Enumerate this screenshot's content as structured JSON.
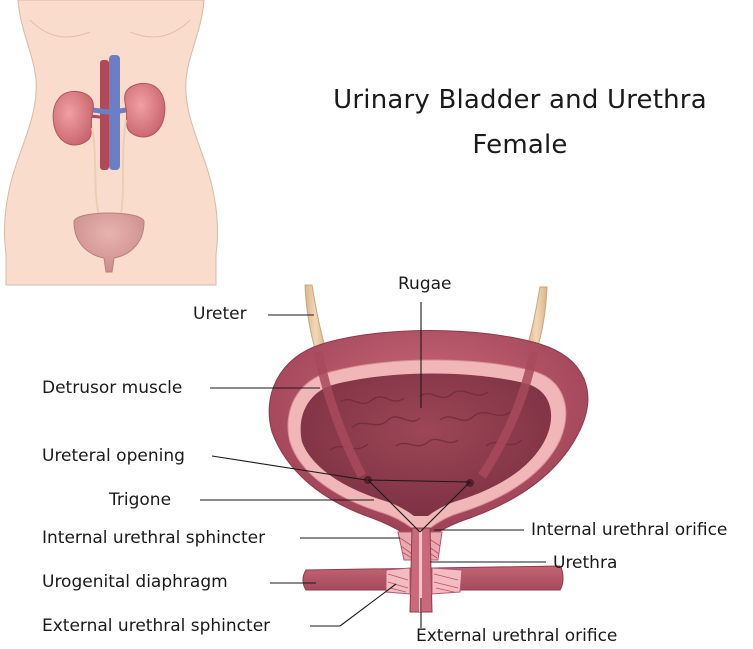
{
  "title": {
    "line1": "Urinary Bladder and Urethra",
    "line2": "Female"
  },
  "labels": {
    "rugae": "Rugae",
    "ureter": "Ureter",
    "detrusor_muscle": "Detrusor muscle",
    "ureteral_opening": "Ureteral opening",
    "trigone": "Trigone",
    "internal_urethral_sphincter": "Internal urethral sphincter",
    "urogenital_diaphragm": "Urogenital diaphragm",
    "external_urethral_sphincter": "External urethral sphincter",
    "internal_urethral_orifice": "Internal urethral orifice",
    "urethra": "Urethra",
    "external_urethral_orifice": "External urethral orifice"
  },
  "colors": {
    "skin": "#f9dccb",
    "kidney": "#d9777c",
    "vein": "#6c7ec4",
    "bladder_outer": "#b45264",
    "bladder_wall": "#f0b6b8",
    "bladder_inner": "#8e3a4b",
    "ureter_tube": "#e6c49e",
    "leader_line": "#1a1a1a"
  }
}
